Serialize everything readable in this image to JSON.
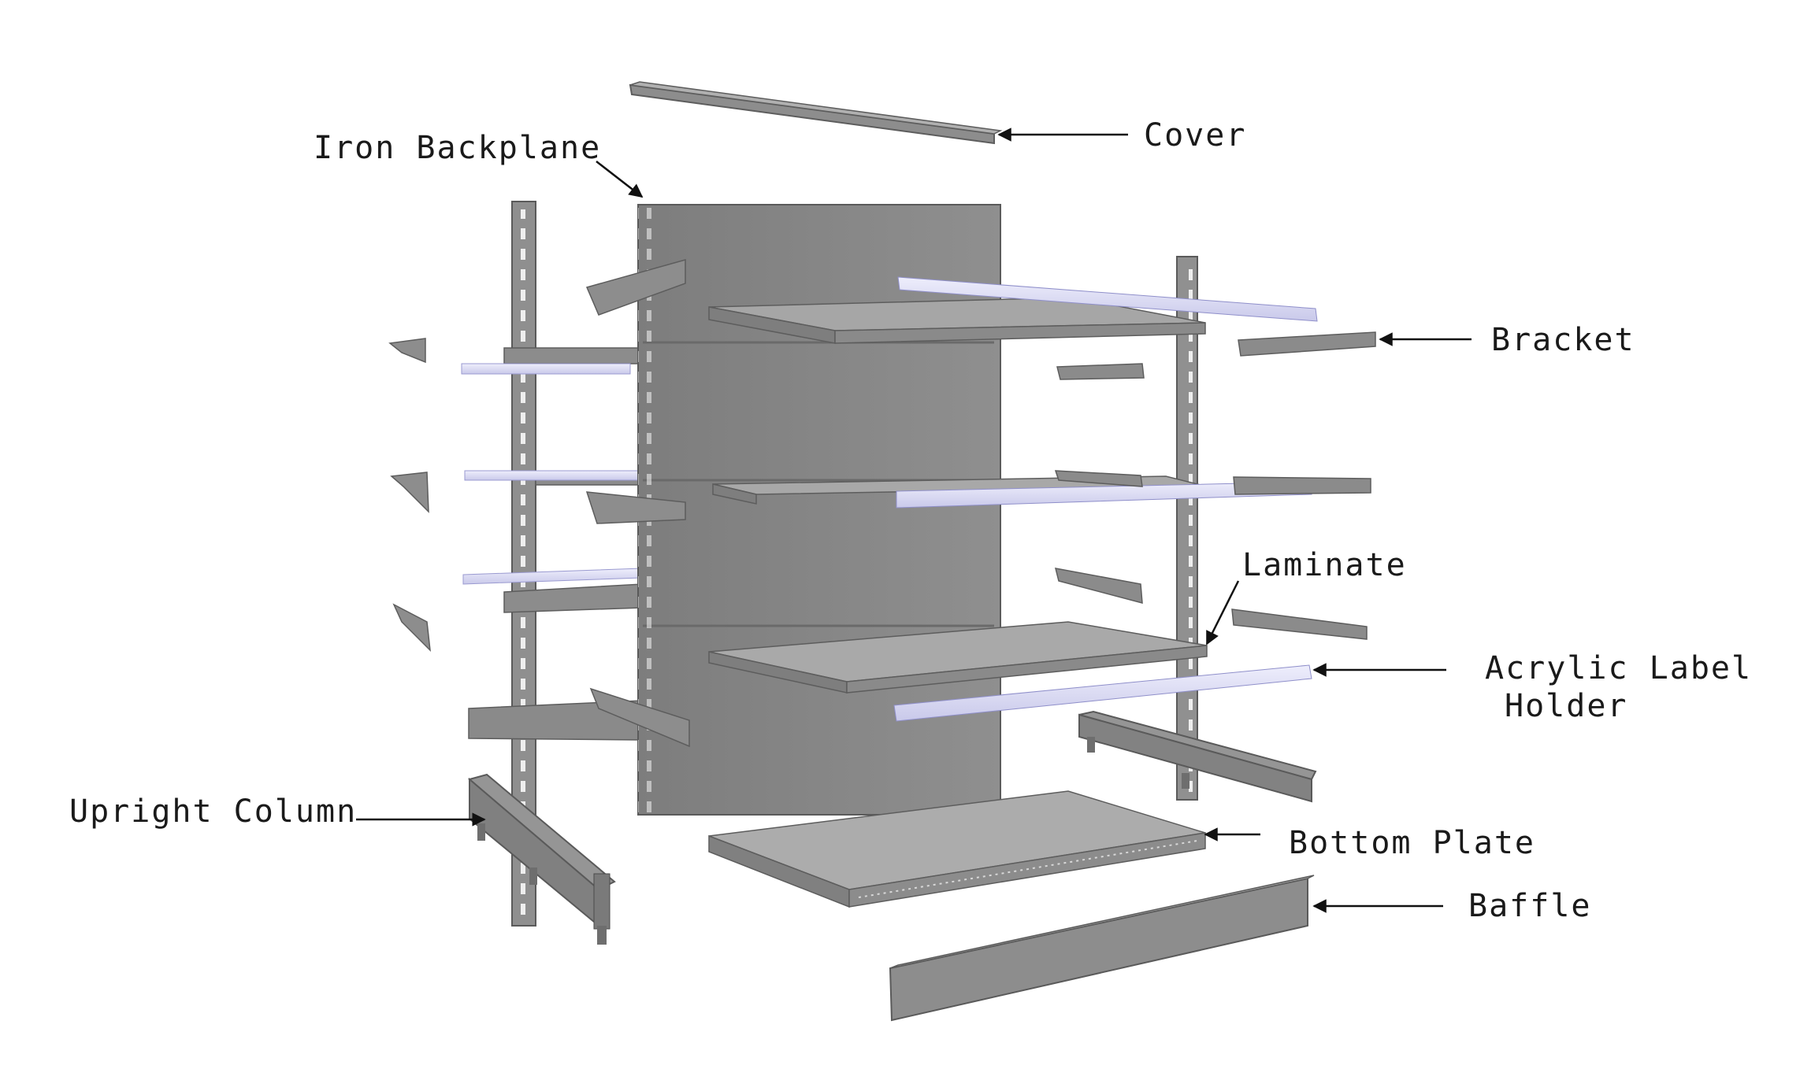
{
  "diagram": {
    "labels": {
      "cover": "Cover",
      "iron_backplane": "Iron Backplane",
      "bracket": "Bracket",
      "laminate": "Laminate",
      "acrylic_label_holder_line1": "Acrylic Label",
      "acrylic_label_holder_line2": "Holder",
      "upright_column": "Upright Column",
      "bottom_plate": "Bottom Plate",
      "baffle": "Baffle"
    },
    "colors": {
      "metal_light": "#a3a3a3",
      "metal_mid": "#8a8a8a",
      "metal_dark": "#6a6a6a",
      "acrylic": "#dcdcf4",
      "label_text": "#1a1a1a",
      "leader_line": "#111111"
    }
  }
}
